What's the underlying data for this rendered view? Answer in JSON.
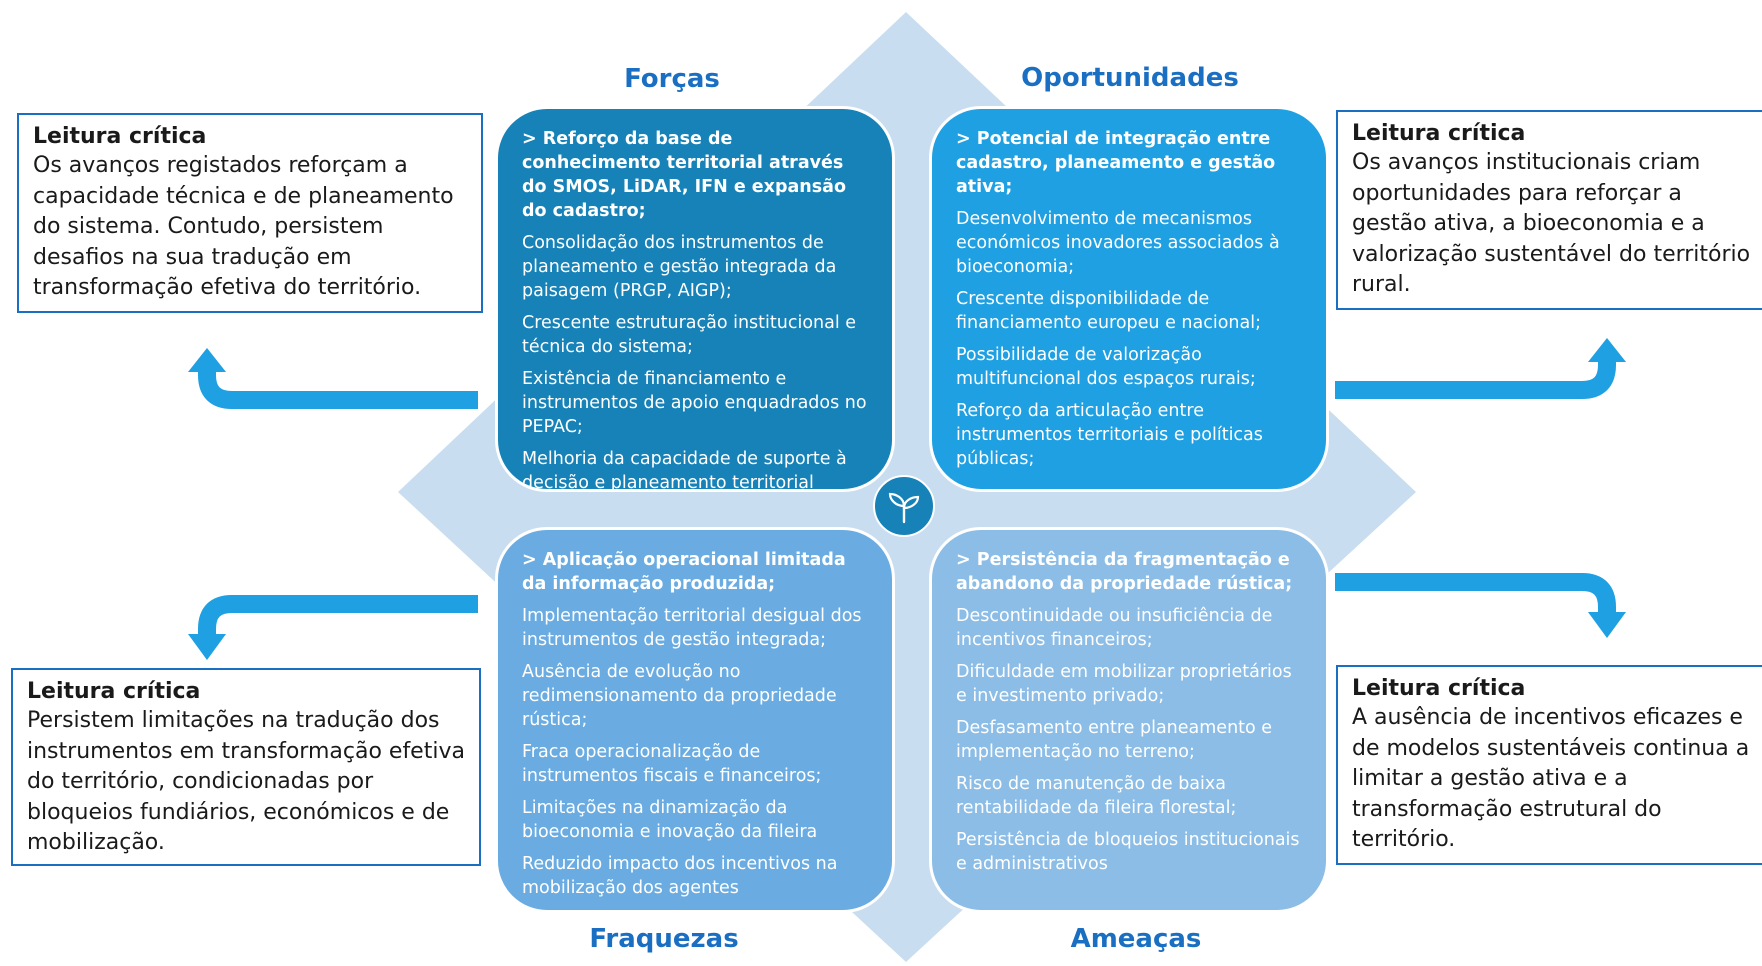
{
  "quadrants": {
    "forcas": {
      "title": "Forças",
      "head": "> Reforço da base de conhecimento territorial através do SMOS, LiDAR, IFN e expansão do cadastro;",
      "items": [
        "Consolidação dos instrumentos de planeamento e gestão integrada da paisagem (PRGP, AIGP);",
        "Crescente estruturação institucional e técnica do sistema;",
        " Existência de financiamento e instrumentos de apoio enquadrados no PEPAC;",
        "Melhoria da capacidade de suporte à decisão e planeamento territorial"
      ]
    },
    "oportunidades": {
      "title": "Oportunidades",
      "head": "> Potencial de integração entre cadastro, planeamento e gestão ativa;",
      "items": [
        " Desenvolvimento de mecanismos económicos inovadores associados à bioeconomia;",
        "Crescente disponibilidade de financiamento europeu e nacional;",
        " Possibilidade de valorização multifuncional dos espaços rurais;",
        " Reforço da articulação entre instrumentos territoriais e políticas públicas;"
      ]
    },
    "fraquezas": {
      "title": "Fraquezas",
      "head": "> Aplicação operacional limitada da informação produzida;",
      "items": [
        " Implementação territorial desigual dos instrumentos de gestão integrada;",
        " Ausência de evolução no redimensionamento da propriedade rústica;",
        "Fraca operacionalização de instrumentos fiscais e financeiros;",
        "Limitações na dinamização da bioeconomia e inovação da fileira",
        "Reduzido impacto dos incentivos na mobilização dos agentes"
      ]
    },
    "ameacas": {
      "title": "Ameaças",
      "head": "> Persistência da fragmentação e abandono da propriedade rústica;",
      "items": [
        "Descontinuidade ou insuficiência de incentivos financeiros;",
        "Dificuldade em mobilizar proprietários e investimento privado;",
        "Desfasamento entre planeamento e implementação no terreno;",
        " Risco de manutenção de baixa rentabilidade da fileira florestal;",
        " Persistência de bloqueios institucionais e administrativos"
      ]
    }
  },
  "cards": {
    "top_left": {
      "title": "Leitura crítica",
      "body": "Os avanços registados reforçam a capacidade técnica e de planeamento do sistema. Contudo, persistem desafios na sua tradução em transformação efetiva do território."
    },
    "top_right": {
      "title": "Leitura crítica",
      "body": "Os avanços institucionais criam oportunidades para reforçar a gestão ativa, a bioeconomia e a valorização sustentável do território rural."
    },
    "bottom_left": {
      "title": "Leitura crítica",
      "body": "Persistem limitações na tradução dos instrumentos em transformação efetiva do território, condicionadas por bloqueios fundiários, económicos e de mobilização."
    },
    "bottom_right": {
      "title": "Leitura crítica",
      "body": "A ausência de incentivos eficazes e de modelos sustentáveis continua a limitar a gestão ativa e a transformação estrutural do território."
    }
  },
  "icons": {
    "center": "sprout-icon"
  },
  "colors": {
    "accent": "#1a6fc2",
    "arrow": "#1ea0e2",
    "diamond": "#c9ddf0",
    "forcas": "#1682b8",
    "oportunidades": "#1ea0e2",
    "fraquezas": "#6aace1",
    "ameacas": "#8cbde6"
  }
}
